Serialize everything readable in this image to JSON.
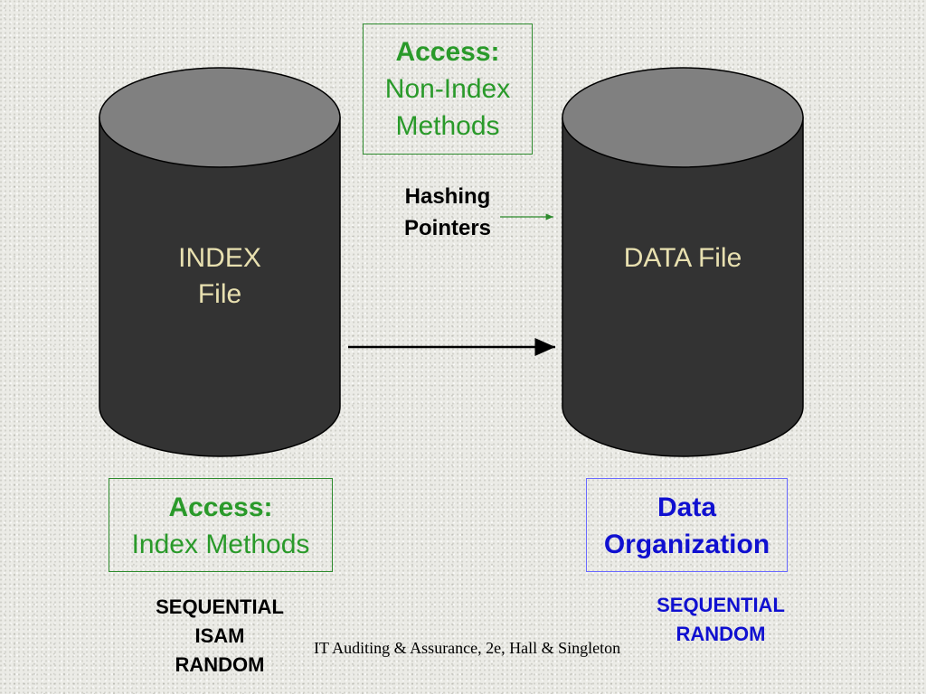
{
  "index_cylinder": {
    "label": "INDEX\nFile"
  },
  "data_cylinder": {
    "label": "DATA File"
  },
  "access_non_index": {
    "title": "Access:",
    "subtitle": "Non-Index\nMethods"
  },
  "hashing": {
    "label": "Hashing\nPointers"
  },
  "access_index": {
    "title": "Access:",
    "subtitle": "Index Methods"
  },
  "data_organization": {
    "title": "Data\nOrganization"
  },
  "index_access_methods": "SEQUENTIAL\nISAM\nRANDOM",
  "data_organization_methods": "SEQUENTIAL\nRANDOM",
  "footer": "IT Auditing & Assurance, 2e, Hall & Singleton",
  "colors": {
    "cylinder_body": "#333333",
    "cylinder_top": "#808080",
    "cylinder_text": "#e8e0b0",
    "access_green": "#2a9a2a",
    "organization_blue": "#1010d0"
  }
}
